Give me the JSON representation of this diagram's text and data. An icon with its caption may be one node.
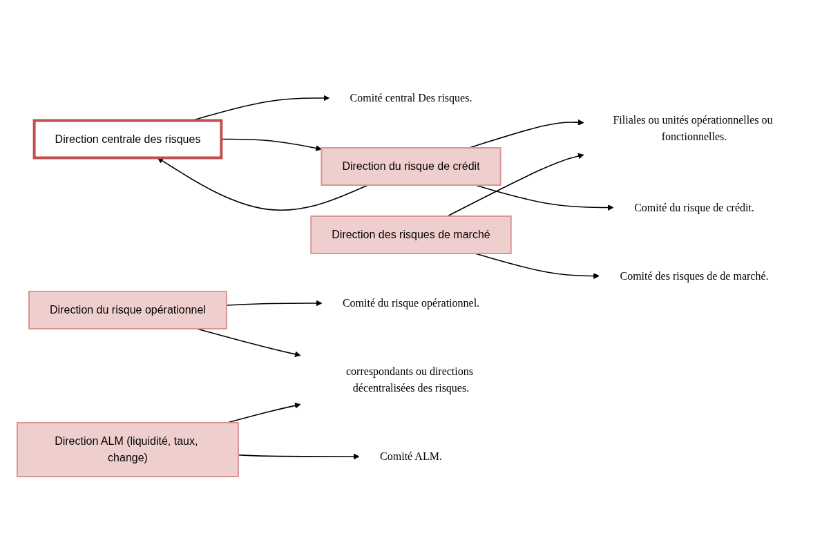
{
  "diagram": {
    "nodes": [
      {
        "text": [
          "Direction centrale des risques"
        ]
      },
      {
        "text": [
          "Comité central Des risques."
        ]
      },
      {
        "text": [
          "Direction du risque de crédit"
        ]
      },
      {
        "text": [
          "Comité du risque de crédit."
        ]
      },
      {
        "text": [
          "Direction des risques de marché"
        ]
      },
      {
        "text": [
          "Comité des risques de de marché."
        ]
      },
      {
        "text": [
          "Direction du risque opérationnel"
        ]
      },
      {
        "text": [
          "Comité du risque opérationnel."
        ]
      },
      {
        "text": [
          "Direction ALM (liquidité, taux, change)"
        ]
      },
      {
        "text": [
          "Comité ALM."
        ]
      },
      {
        "text": [
          "Filiales ou unités opérationnelles ou fonctionnelles."
        ]
      },
      {
        "text": [
          "correspondants ou directions décentralisées des risques."
        ]
      }
    ],
    "edges": [
      {
        "from": 0,
        "to": 1,
        "arrow": "to"
      },
      {
        "from": 0,
        "to": 2,
        "arrow": "to"
      },
      {
        "from": 2,
        "to": 0,
        "arrow": "to"
      },
      {
        "from": 2,
        "to": 10,
        "arrow": "to"
      },
      {
        "from": 2,
        "to": 3,
        "arrow": "to"
      },
      {
        "from": 4,
        "to": 10,
        "arrow": "to"
      },
      {
        "from": 4,
        "to": 5,
        "arrow": "to"
      },
      {
        "from": 6,
        "to": 11,
        "arrow": "to"
      },
      {
        "from": 6,
        "to": 7,
        "arrow": "to"
      },
      {
        "from": 8,
        "to": 11,
        "arrow": "to"
      },
      {
        "from": 8,
        "to": 9,
        "arrow": "to"
      }
    ]
  }
}
